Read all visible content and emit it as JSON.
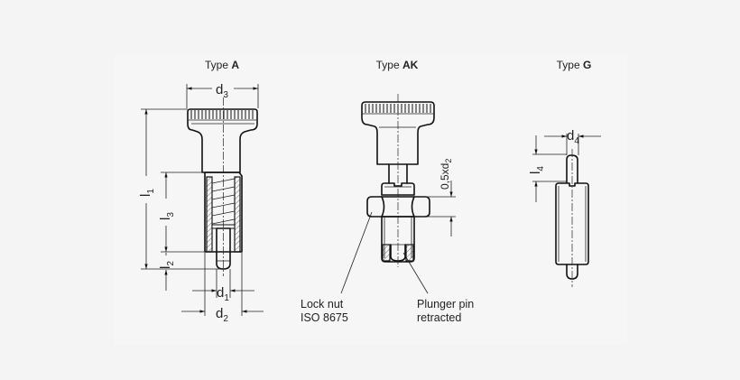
{
  "drawing": {
    "views": [
      {
        "id": "type-a",
        "title_prefix": "Type",
        "title_bold": "A",
        "dimensions": {
          "d3": {
            "base": "d",
            "sub": "3"
          },
          "l1": {
            "base": "l",
            "sub": "1"
          },
          "l3": {
            "base": "l",
            "sub": "3"
          },
          "l2": {
            "base": "l",
            "sub": "2"
          },
          "d1": {
            "base": "d",
            "sub": "1"
          },
          "d2": {
            "base": "d",
            "sub": "2"
          }
        }
      },
      {
        "id": "type-ak",
        "title_prefix": "Type",
        "title_bold": "AK",
        "dimensions": {
          "half_d2": {
            "base": "0,5xd",
            "sub": "2"
          }
        },
        "callouts": {
          "lock_nut_line1": "Lock nut",
          "lock_nut_line2": "ISO 8675",
          "plunger_line1": "Plunger pin",
          "plunger_line2": "retracted"
        }
      },
      {
        "id": "type-g",
        "title_prefix": "Type",
        "title_bold": "G",
        "dimensions": {
          "d4": {
            "base": "d",
            "sub": "4"
          },
          "l4": {
            "base": "l",
            "sub": "4"
          }
        }
      }
    ],
    "colors": {
      "background": "#f4f4f4",
      "panel": "#f6f6f6",
      "line": "#111111"
    }
  }
}
